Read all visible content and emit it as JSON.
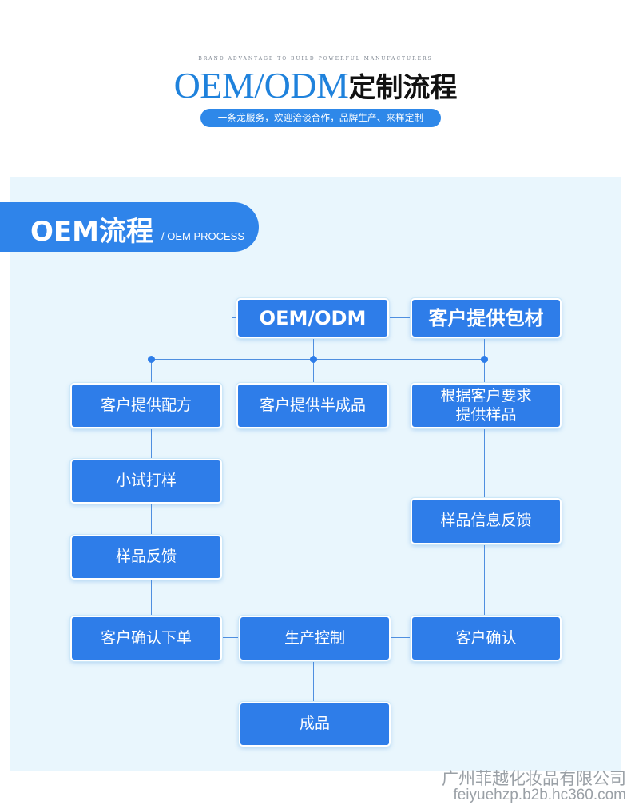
{
  "header": {
    "tagline": "BRAND ADVANTAGE TO BUILD POWERFUL MANUFACTURERS",
    "title_en": "OEM/ODM",
    "title_cn": "定制流程",
    "subtitle": "一条龙服务，欢迎洽谈合作，品牌生产、来样定制"
  },
  "section": {
    "title": "OEM流程",
    "subtitle": "/ OEM PROCESS"
  },
  "flow": {
    "top_left": "OEM/ODM",
    "top_right": "客户提供包材",
    "col1": [
      "客户提供配方",
      "小试打样",
      "样品反馈",
      "客户确认下单"
    ],
    "col2": [
      "客户提供半成品",
      "生产控制",
      "成品"
    ],
    "col3_line1": "根据客户要求",
    "col3_line2": "提供样品",
    "col3": [
      "样品信息反馈",
      "客户确认"
    ]
  },
  "footer": {
    "company": "广州菲越化妆品有限公司",
    "url": "feiyuehzp.b2b.hc360.com"
  },
  "colors": {
    "accent": "#2e7de9",
    "panel_bg": "#e9f6fd",
    "title_blue": "#1f82dc"
  }
}
